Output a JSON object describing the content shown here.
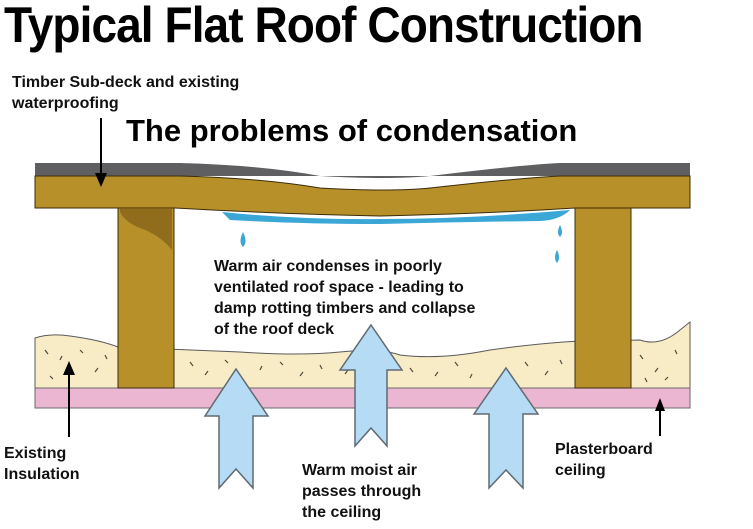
{
  "title": "Typical Flat Roof Construction",
  "subtitle": "The problems of condensation",
  "labels": {
    "timber_subdeck": [
      "Timber Sub-deck and existing",
      "waterproofing"
    ],
    "condensation": [
      "Warm air condenses in poorly",
      "ventilated roof space - leading to",
      "damp rotting timbers and collapse",
      "of the roof deck"
    ],
    "insulation": [
      "Existing",
      "Insulation"
    ],
    "moist_air": [
      "Warm moist air",
      "passes through",
      "the ceiling"
    ],
    "plasterboard": [
      "Plasterboard",
      "ceiling"
    ]
  },
  "colors": {
    "waterproofing": "#5f5f61",
    "timber": "#b8902a",
    "timber_shadow": "#8f6d1c",
    "condensation": "#3aa7d6",
    "insulation": "#f8ecc6",
    "plasterboard": "#eab6d2",
    "air_arrow": "#b5dcf4"
  }
}
